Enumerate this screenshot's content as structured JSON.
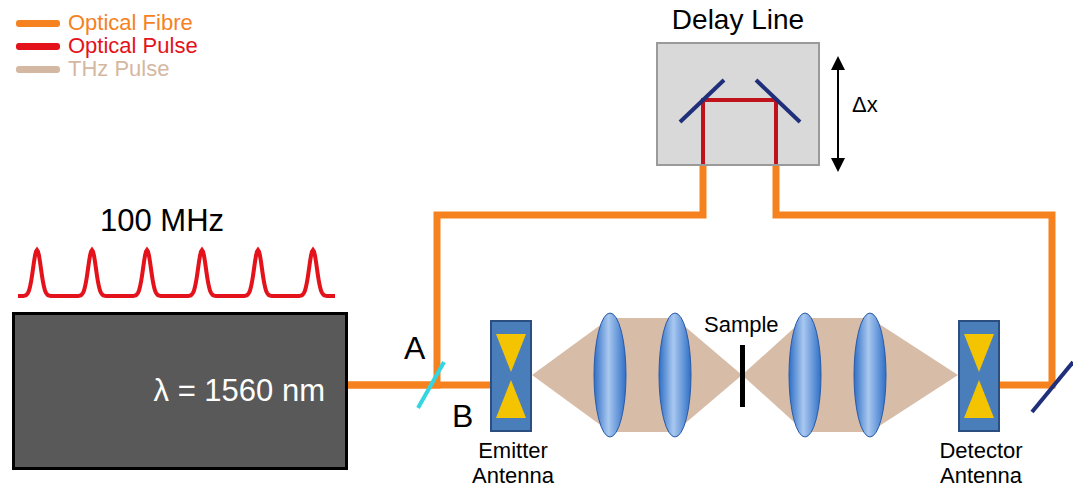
{
  "diagram": {
    "nodes": [
      {
        "text": [
          "λ = 1560 nm"
        ]
      },
      {
        "text": [
          "Delay Line"
        ]
      },
      {
        "text": [
          "Emitter Antenna"
        ]
      },
      {
        "text": [
          "Detector Antenna"
        ]
      }
    ],
    "edges": [
      {
        "from": 0,
        "to": 2,
        "arrow": "none"
      },
      {
        "from": 0,
        "to": 1,
        "arrow": "none"
      },
      {
        "from": 1,
        "to": 3,
        "arrow": "none"
      }
    ],
    "labels": [
      "100 MHz",
      "A",
      "B",
      "Sample",
      "Δx"
    ],
    "legend": [
      {
        "text": "Optical Fibre",
        "color": "#f5821f"
      },
      {
        "text": "Optical Pulse",
        "color": "#e3121b"
      },
      {
        "text": "THz Pulse",
        "color": "#d4b8a2"
      }
    ]
  }
}
